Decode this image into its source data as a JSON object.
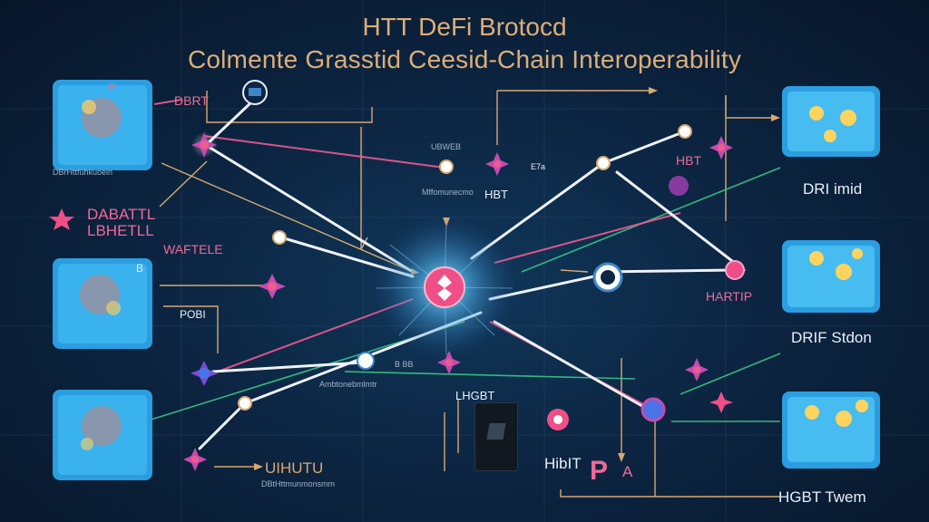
{
  "title": {
    "line1": "HTT DeFi Brotocd",
    "line2": "Colmente Grasstid Ceesid-Chain Interoperability"
  },
  "labels": {
    "dbrt": "DBRT",
    "dabattl": "DABATTL",
    "lbhetll": "LBHETLL",
    "waftele": "WAFTELE",
    "b_left": "B",
    "r_top": "R",
    "pobi": "POBI",
    "ubweb": "UBWEB",
    "hbt_center": "HBT",
    "e7a": "E7a",
    "hbt_right": "HBT",
    "hartip": "HARTIP",
    "dri_imid": "DRI imid",
    "drif_stdon": "DRIF Stdon",
    "hgbt_twem": "HGBT Twem",
    "lhgbt": "LHGBT",
    "hibit": "HibIT",
    "p": "P",
    "a": "A",
    "umnn": "UIHUTU",
    "bb_sb": "B BB",
    "small_left": "DBrHttfuhkuoeln",
    "small_bottom": "DBtHttmunmonsmm",
    "small_mid": "Ambtonebmlmtr",
    "small_center": "Mffomunecmo"
  },
  "colors": {
    "accent_pink": "#ef4f86",
    "accent_gold": "#d8a870",
    "line_white": "#eef2f7",
    "line_green": "#3cd08a",
    "hub_glow": "#7fd8ff"
  },
  "icons": [
    "hub-icon",
    "wallet-icon",
    "star-icon",
    "chain-cube-icon",
    "token-icon"
  ]
}
